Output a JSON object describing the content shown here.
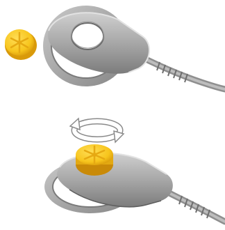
{
  "figure": {
    "panels": [
      {
        "name": "disassembled-view",
        "parts": [
          "yellow-electrode-cap",
          "grey-ring-electrode-holder",
          "lead-cable"
        ]
      },
      {
        "name": "assembled-view",
        "parts": [
          "yellow-electrode-cap",
          "grey-ring-electrode-holder",
          "lead-cable"
        ],
        "action": "twist-to-lock"
      }
    ],
    "icons": [
      "rotation-arrow-icon"
    ],
    "colors": {
      "cap": "#f7c51d",
      "cap_shadow": "#d99a0a",
      "holder": "#9d9d9d",
      "holder_light": "#bdbdbd",
      "holder_dark": "#6f6f6f",
      "arrow": "#ffffff",
      "arrow_outline": "#8a8a8a"
    }
  }
}
